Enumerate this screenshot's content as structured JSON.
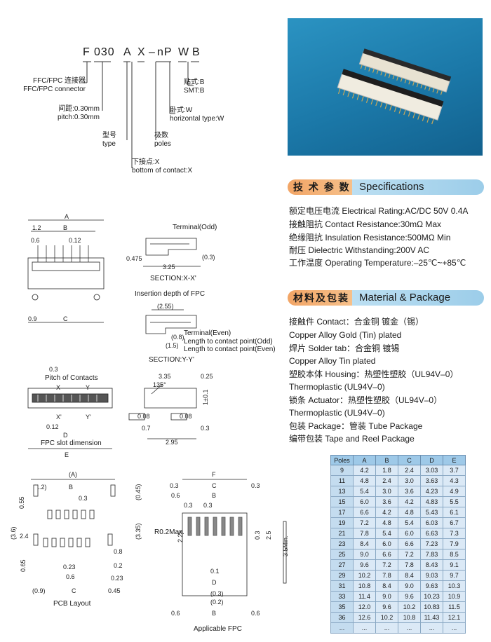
{
  "part_number": {
    "chars": [
      "F",
      "030",
      "A",
      "X",
      "–",
      "nP",
      "W",
      "B"
    ]
  },
  "part_labels": {
    "series_cn": "FFC/FPC 连接器",
    "series_en": "FFC/FPC connector",
    "pitch_cn": "间距:0.30mm",
    "pitch_en": "pitch:0.30mm",
    "type_cn": "型号",
    "type_en": "type",
    "contact_cn": "下接点:X",
    "contact_en": "bottom of contact:X",
    "poles_cn": "极数",
    "poles_en": "poles",
    "horizontal_cn": "卧式:W",
    "horizontal_en": "horizontal type:W",
    "smt_cn": "贴式:B",
    "smt_en": "SMT:B"
  },
  "specifications": {
    "header_cn": "技 术 参 数",
    "header_en": "Specifications",
    "lines": [
      "额定电压电流 Electrical Rating:AC/DC 50V 0.4A",
      "接触阻抗 Contact Resistance:30mΩ Max",
      "绝缘阻抗 Insulation Resistance:500MΩ Min",
      "耐压 Dielectric Withstanding:200V AC",
      "工作温度 Operating Temperature:–25℃~+85℃"
    ]
  },
  "material": {
    "header_cn": "材料及包装",
    "header_en": "Material & Package",
    "lines": [
      "接触件 Contact：合金铜 镀金（锡）",
      "Copper Alloy Gold (Tin) plated",
      "焊片 Solder tab：合金铜 镀锡",
      "Copper Alloy Tin plated",
      "塑胶本体 Housing：热塑性塑胶（UL94V–0）",
      "Thermoplastic (UL94V–0)",
      "锁条 Actuator：热塑性塑胶（UL94V–0）",
      "Thermoplastic (UL94V–0)",
      "包装 Package：管装 Tube Package",
      "编带包装 Tape and Reel Package"
    ]
  },
  "drawing_labels": {
    "terminal_odd": "Terminal(Odd)",
    "section_xx": "SECTION:X-X'",
    "insertion_depth": "Insertion depth of FPC",
    "terminal_even": "Terminal(Even)",
    "len_odd": "Length to contact point(Odd)",
    "len_even": "Length to contact point(Even)",
    "section_yy": "SECTION:Y-Y'",
    "pitch_of_contacts": "Pitch of Contacts",
    "fpc_slot": "FPC slot dimension",
    "pcb_layout": "PCB Layout",
    "applicable_fpc": "Applicable FPC",
    "r02": "R0.2Max.",
    "min35": "3.5Min."
  },
  "pole_table": {
    "headers": [
      "Poles",
      "A",
      "B",
      "C",
      "D",
      "E"
    ],
    "rows": [
      [
        "9",
        "4.2",
        "1.8",
        "2.4",
        "3.03",
        "3.7"
      ],
      [
        "11",
        "4.8",
        "2.4",
        "3.0",
        "3.63",
        "4.3"
      ],
      [
        "13",
        "5.4",
        "3.0",
        "3.6",
        "4.23",
        "4.9"
      ],
      [
        "15",
        "6.0",
        "3.6",
        "4.2",
        "4.83",
        "5.5"
      ],
      [
        "17",
        "6.6",
        "4.2",
        "4.8",
        "5.43",
        "6.1"
      ],
      [
        "19",
        "7.2",
        "4.8",
        "5.4",
        "6.03",
        "6.7"
      ],
      [
        "21",
        "7.8",
        "5.4",
        "6.0",
        "6.63",
        "7.3"
      ],
      [
        "23",
        "8.4",
        "6.0",
        "6.6",
        "7.23",
        "7.9"
      ],
      [
        "25",
        "9.0",
        "6.6",
        "7.2",
        "7.83",
        "8.5"
      ],
      [
        "27",
        "9.6",
        "7.2",
        "7.8",
        "8.43",
        "9.1"
      ],
      [
        "29",
        "10.2",
        "7.8",
        "8.4",
        "9.03",
        "9.7"
      ],
      [
        "31",
        "10.8",
        "8.4",
        "9.0",
        "9.63",
        "10.3"
      ],
      [
        "33",
        "11.4",
        "9.0",
        "9.6",
        "10.23",
        "10.9"
      ],
      [
        "35",
        "12.0",
        "9.6",
        "10.2",
        "10.83",
        "11.5"
      ],
      [
        "36",
        "12.6",
        "10.2",
        "10.8",
        "11.43",
        "12.1"
      ],
      [
        "...",
        "...",
        "...",
        "...",
        "...",
        "..."
      ]
    ]
  },
  "colors": {
    "photo_bg": "#1b78a8",
    "header_cn_bg": "#f2a566",
    "header_en_bg": "#9ccde9",
    "table_header": "#9ec9e8",
    "table_cell": "#dbe9f6"
  }
}
